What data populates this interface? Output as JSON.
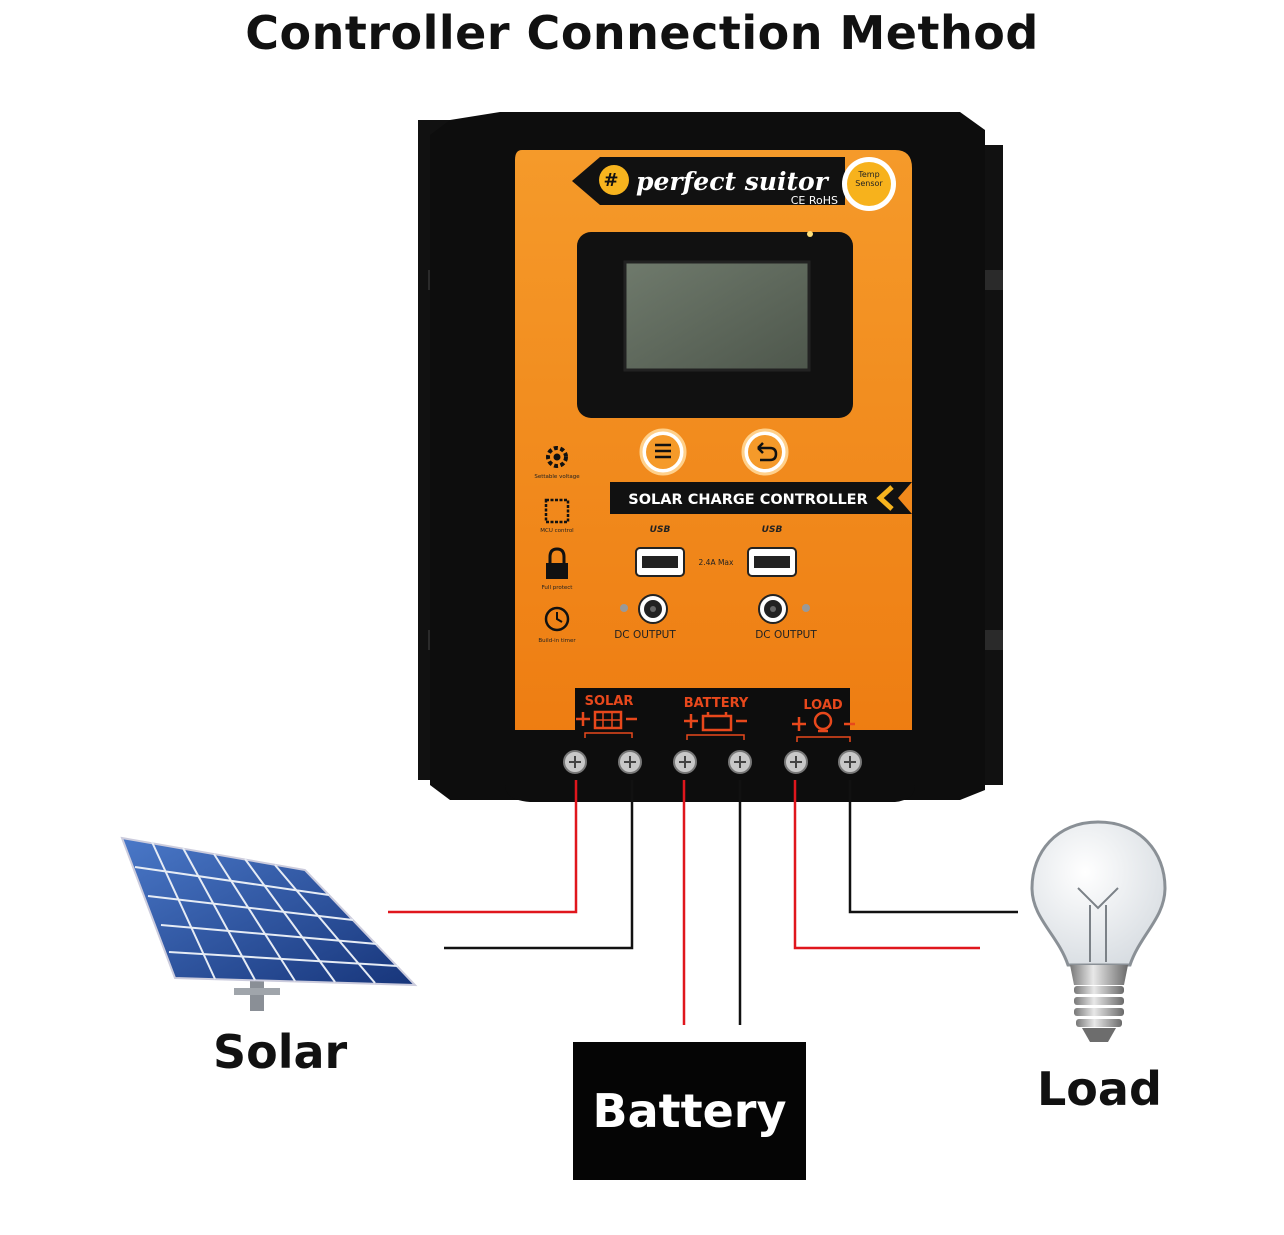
{
  "title": "Controller Connection Method",
  "brand": "perfect suitor",
  "certs": "CE RoHS",
  "temp_sensor": "Temp Sensor",
  "product_label": "SOLAR CHARGE CONTROLLER",
  "usb_label": "USB",
  "usb_max": "2.4A Max",
  "dc_output": "DC OUTPUT",
  "features": [
    {
      "icon": "gear-icon",
      "label": "Settable voltage"
    },
    {
      "icon": "chip-icon",
      "label": "MCU control"
    },
    {
      "icon": "lock-icon",
      "label": "Full protect"
    },
    {
      "icon": "clock-icon",
      "label": "Build-in timer"
    }
  ],
  "terminals": {
    "solar": "SOLAR",
    "battery": "BATTERY",
    "load": "LOAD"
  },
  "components": {
    "solar": "Solar",
    "battery": "Battery",
    "load": "Load"
  },
  "colors": {
    "orange": "#f28a1e",
    "casing": "#0d0d0d",
    "positive_wire": "#e0161d",
    "negative_wire": "#111111",
    "terminal_red": "#e8481c"
  }
}
